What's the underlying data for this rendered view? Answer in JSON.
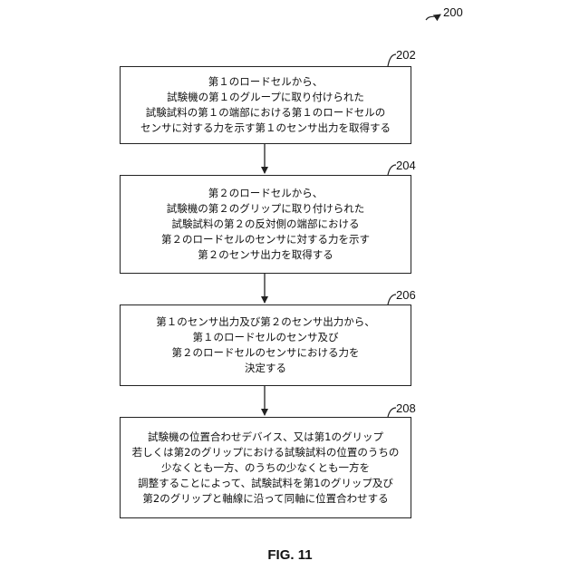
{
  "figure": {
    "number_ref": "200",
    "caption": "FIG. 11"
  },
  "steps": [
    {
      "ref": "202",
      "lines": [
        "第１のロードセルから、",
        "試験機の第１のグループに取り付けられた",
        "試験試料の第１の端部における第１のロードセルの",
        "センサに対する力を示す第１のセンサ出力を取得する"
      ]
    },
    {
      "ref": "204",
      "lines": [
        "第２のロードセルから、",
        "試験機の第２のグリップに取り付けられた",
        "試験試料の第２の反対側の端部における",
        "第２のロードセルのセンサに対する力を示す",
        "第２のセンサ出力を取得する"
      ]
    },
    {
      "ref": "206",
      "lines": [
        "第１のセンサ出力及び第２のセンサ出力から、",
        "第１のロードセルのセンサ及び",
        "第２のロードセルのセンサにおける力を",
        "決定する"
      ]
    },
    {
      "ref": "208",
      "lines": [
        "試験機の位置合わせデバイス、又は第1のグリップ",
        "若しくは第2のグリップにおける試験試料の位置のうちの",
        "少なくとも一方、のうちの少なくとも一方を",
        "調整することによって、試験試料を第1のグリップ及び",
        "第2のグリップと軸線に沿って同軸に位置合わせする"
      ]
    }
  ]
}
